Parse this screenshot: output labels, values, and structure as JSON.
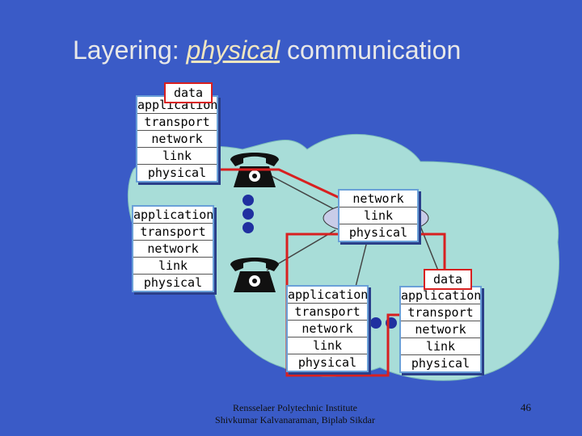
{
  "title": {
    "prefix": "Layering: ",
    "highlight": "physical",
    "suffix": " communication"
  },
  "stacks": {
    "host_top_left": [
      "application",
      "transport",
      "network",
      "link",
      "physical"
    ],
    "host_mid_left": [
      "application",
      "transport",
      "network",
      "link",
      "physical"
    ],
    "router": [
      "network",
      "link",
      "physical"
    ],
    "host_bottom_center": [
      "application",
      "transport",
      "network",
      "link",
      "physical"
    ],
    "host_bottom_right": [
      "application",
      "transport",
      "network",
      "link",
      "physical"
    ]
  },
  "data_labels": {
    "top": "data",
    "right": "data"
  },
  "footer": {
    "line1": "Rensselaer Polytechnic Institute",
    "line2": "Shivkumar Kalvanaraman, Biplab Sikdar"
  },
  "page_number": "46",
  "colors": {
    "background": "#3a5bc7",
    "cloud": "#a8ddd8",
    "arrow": "#d82020"
  }
}
